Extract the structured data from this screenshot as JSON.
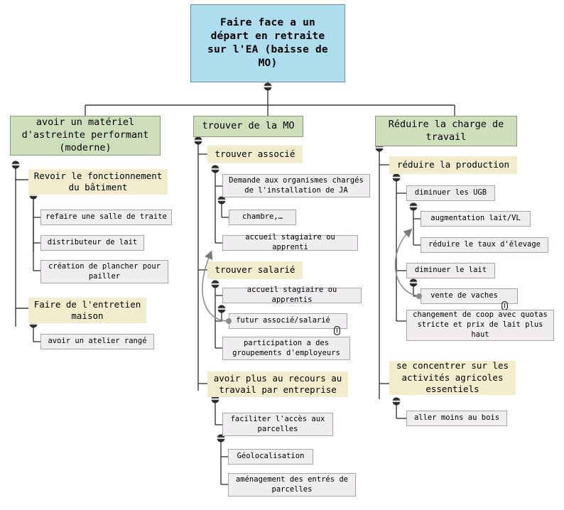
{
  "diagram": {
    "type": "mind-map",
    "title": "Faire face a un départ en retraite sur l'EA (baisse de MO)",
    "language": "fr",
    "colors": {
      "root_fill": "#aeddee",
      "level1_fill": "#cfdfbb",
      "level2_fill": "#f1eccc",
      "leaf_fill": "#f0edf0",
      "connector": "#3a3a3a"
    }
  },
  "root": {
    "label": "Faire face a un\ndépart en retraite\nsur l'EA (baisse de\nMO)"
  },
  "branches": [
    {
      "label": "avoir un matériel\nd'astreinte performant\n(moderne)",
      "children": [
        {
          "label": "Revoir le fonctionnement\ndu bâtiment",
          "children": [
            {
              "label": "refaire une salle de traite"
            },
            {
              "label": "distributeur de lait"
            },
            {
              "label": "création de plancher pour\npailler"
            }
          ]
        },
        {
          "label": "Faire de l'entretien\nmaison",
          "children": [
            {
              "label": "avoir un atelier rangé"
            }
          ]
        }
      ]
    },
    {
      "label": "trouver de la MO",
      "children": [
        {
          "label": "trouver associé",
          "children": [
            {
              "label": "Demande aux organismes chargés\nde l'installation de JA",
              "children": [
                {
                  "label": "chambre,…"
                }
              ]
            },
            {
              "label": "accueil stagiaire ou apprenti"
            }
          ]
        },
        {
          "label": "trouver salarié",
          "children": [
            {
              "label": "accueil stagiaire ou apprentis"
            },
            {
              "label": "futur associé/salarié",
              "attachment": true
            },
            {
              "label": "participation a des\ngroupements d'employeurs"
            }
          ]
        },
        {
          "label": "avoir plus au recours au\ntravail par entreprise",
          "children": [
            {
              "label": "faciliter l'accès aux\nparcelles",
              "children": [
                {
                  "label": "Géolocalisation"
                },
                {
                  "label": "aménagement des entrés de\nparcelles"
                }
              ]
            }
          ]
        }
      ]
    },
    {
      "label": "Réduire la charge de\ntravail",
      "children": [
        {
          "label": "réduire la production",
          "children": [
            {
              "label": "diminuer les UGB",
              "children": [
                {
                  "label": "augmentation lait/VL"
                },
                {
                  "label": "réduire le taux d'élevage"
                }
              ]
            },
            {
              "label": "diminuer le lait",
              "children": [
                {
                  "label": "vente de vaches",
                  "attachment": true
                }
              ]
            },
            {
              "label": "changement de coop avec quotas\nstricte et prix de lait plus\nhaut"
            }
          ]
        },
        {
          "label": "se concentrer sur les\nactivités agricoles\nessentiels",
          "children": [
            {
              "label": "aller moins au bois"
            }
          ]
        }
      ]
    }
  ],
  "cross_links": [
    {
      "from": "futur associé/salarié",
      "to": "accueil stagiaire ou apprenti"
    },
    {
      "from": "vente de vaches",
      "to": "augmentation lait/VL"
    }
  ]
}
